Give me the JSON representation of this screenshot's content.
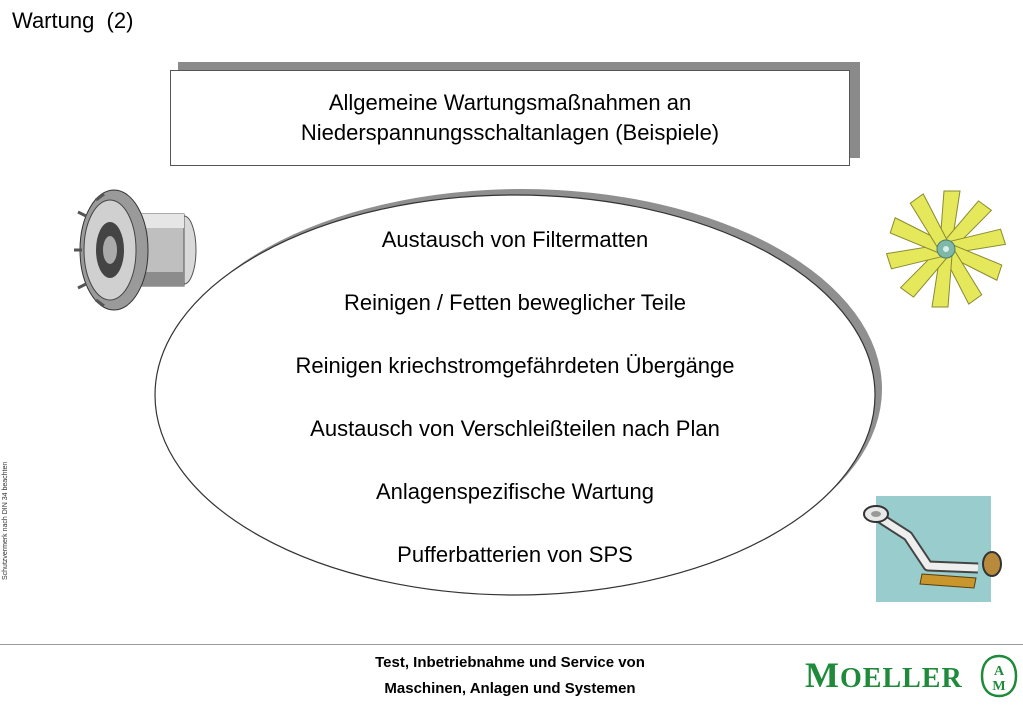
{
  "slide": {
    "title": "Wartung  (2)"
  },
  "heading": {
    "line1": "Allgemeine Wartungsmaßnahmen an",
    "line2": "Niederspannungsschaltanlagen (Beispiele)"
  },
  "items": [
    "Austausch von Filtermatten",
    "Reinigen / Fetten beweglicher Teile",
    "Reinigen kriechstromgefährdeten Übergänge",
    "Austausch von Verschleißteilen nach Plan",
    "Anlagenspezifische Wartung",
    "Pufferbatterien von SPS"
  ],
  "side_note": "Schutzvermerk nach DIN 34 beachten",
  "footer": {
    "line1": "Test, Inbetriebnahme und Service von",
    "line2": "Maschinen, Anlagen und Systemen"
  },
  "logo": {
    "first": "M",
    "rest": "OELLER",
    "emblem_top": "A",
    "emblem_bottom": "M"
  },
  "colors": {
    "brand": "#1f8a3a",
    "fan": "#e4e85a",
    "wrench_bg": "#99cccc"
  },
  "icons": [
    "gear-clip-art-icon",
    "fan-blade-icon",
    "wrench-clip-art-icon"
  ]
}
